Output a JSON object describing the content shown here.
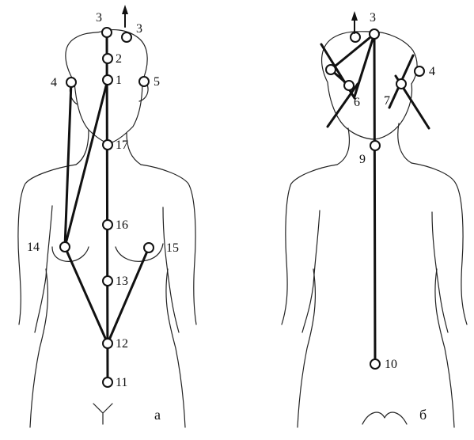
{
  "figure": {
    "panels": [
      {
        "id": "a",
        "caption": "а",
        "view": "front",
        "points": [
          {
            "n": "3",
            "label": "3"
          },
          {
            "n": "3b",
            "label": "3"
          },
          {
            "n": "2",
            "label": "2"
          },
          {
            "n": "1",
            "label": "1"
          },
          {
            "n": "4",
            "label": "4"
          },
          {
            "n": "5",
            "label": "5"
          },
          {
            "n": "17",
            "label": "17"
          },
          {
            "n": "16",
            "label": "16"
          },
          {
            "n": "14",
            "label": "14"
          },
          {
            "n": "15",
            "label": "15"
          },
          {
            "n": "13",
            "label": "13"
          },
          {
            "n": "12",
            "label": "12"
          },
          {
            "n": "11",
            "label": "11"
          }
        ],
        "lines": [
          [
            "3",
            "11"
          ],
          [
            "4",
            "14"
          ],
          [
            "1",
            "14"
          ],
          [
            "14",
            "12"
          ],
          [
            "15",
            "12"
          ]
        ]
      },
      {
        "id": "b",
        "caption": "б",
        "view": "back",
        "points": [
          {
            "n": "3",
            "label": "3"
          },
          {
            "n": "3b",
            "label": ""
          },
          {
            "n": "4l",
            "label": ""
          },
          {
            "n": "6",
            "label": "6"
          },
          {
            "n": "7",
            "label": "7"
          },
          {
            "n": "4",
            "label": "4"
          },
          {
            "n": "9",
            "label": "9"
          },
          {
            "n": "10",
            "label": "10"
          }
        ],
        "lines": [
          [
            "3",
            "10"
          ],
          [
            "3",
            "4l"
          ],
          [
            "3",
            "6b"
          ],
          [
            "4l",
            "6"
          ]
        ]
      }
    ]
  }
}
